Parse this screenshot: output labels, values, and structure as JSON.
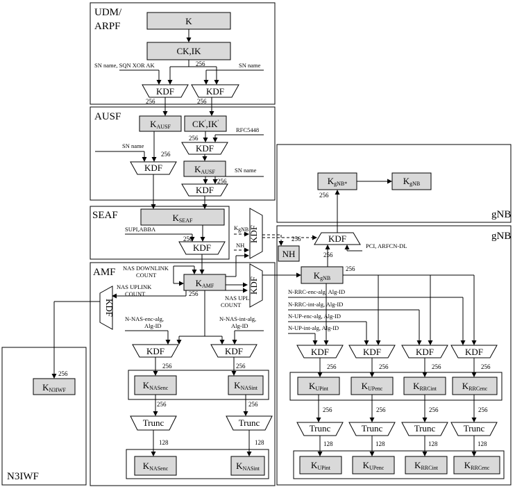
{
  "zones": {
    "udm_line1": "UDM/",
    "udm_line2": "ARPF",
    "ausf": "AUSF",
    "seaf": "SEAF",
    "amf": "AMF",
    "n3iwf": "N3IWF",
    "gnb_top": "gNB",
    "gnb_main": "gNB"
  },
  "function_labels": {
    "kdf": "KDF",
    "trunc": "Trunc"
  },
  "keys": {
    "k": "K",
    "ck_ik": "CK,IK",
    "ck_ik_prime": {
      "main1": "CK",
      "sup1": "'",
      "main2": ",IK",
      "sup2": "'"
    },
    "k_ausf_a": {
      "main": "K",
      "sub": "AUSF"
    },
    "k_ausf_b": {
      "main": "K",
      "sub": "AUSF"
    },
    "k_seaf": {
      "main": "K",
      "sub": "SEAF"
    },
    "k_amf": {
      "main": "K",
      "sub": "AMF"
    },
    "k_n3iwf": {
      "main": "K",
      "sub": "N3IWF"
    },
    "k_gnb_star": {
      "main": "K",
      "sub": "gNB*"
    },
    "k_gnb_out": {
      "main": "K",
      "sub": "gNB"
    },
    "k_gnb": {
      "main": "K",
      "sub": "gNB"
    },
    "nh": "NH",
    "k_nas_enc_256": {
      "main": "K",
      "sub": "NASenc"
    },
    "k_nas_int_256": {
      "main": "K",
      "sub": "NASint"
    },
    "k_nas_enc_128": {
      "main": "K",
      "sub": "NASenc"
    },
    "k_nas_int_128": {
      "main": "K",
      "sub": "NASint"
    },
    "k_up_int_256": {
      "main": "K",
      "sub": "UPint"
    },
    "k_up_enc_256": {
      "main": "K",
      "sub": "UPenc"
    },
    "k_rrc_int_256": {
      "main": "K",
      "sub": "RRCint"
    },
    "k_rrc_enc_256": {
      "main": "K",
      "sub": "RRCenc"
    },
    "k_up_int_128": {
      "main": "K",
      "sub": "UPint"
    },
    "k_up_enc_128": {
      "main": "K",
      "sub": "UPenc"
    },
    "k_rrc_int_128": {
      "main": "K",
      "sub": "RRCint"
    },
    "k_rrc_enc_128": {
      "main": "K",
      "sub": "RRCenc"
    }
  },
  "inputs": {
    "sn_name_sqn": "SN name, SQN XOR AK",
    "sn_name_1": "SN name",
    "rfc5448": "RFC5448",
    "sn_name_2": "SN name",
    "sn_name_3": "SN name",
    "supi_abba": "SUPI,ABBA",
    "kgnb_in": {
      "main": "K",
      "sub": "gNB"
    },
    "nh_in": "NH",
    "nas_downlink_1": "NAS DOWNLINK",
    "nas_downlink_2": "COUNT",
    "nas_uplink_left_1": "NAS UPLINK",
    "nas_uplink_left_2": "COUNT",
    "nas_uplink_right_1": "NAS UPLINK",
    "nas_uplink_right_2": "COUNT",
    "n_nas_enc_1": "N-NAS-enc-alg,",
    "n_nas_enc_2": "Alg-ID",
    "n_nas_int_1": "N-NAS-int-alg,",
    "n_nas_int_2": "Alg-ID",
    "pci_arfcn": "PCI, ARFCN-DL",
    "n_rrc_enc": "N-RRC-enc-alg, Alg-ID",
    "n_rrc_int": "N-RRC-int-alg, Alg-ID",
    "n_up_enc": "N-UP-enc-alg, Alg-ID",
    "n_up_int": "N-UP-int-alg, Alg-ID"
  },
  "bit_lengths": {
    "b256": "256",
    "b128": "128"
  }
}
